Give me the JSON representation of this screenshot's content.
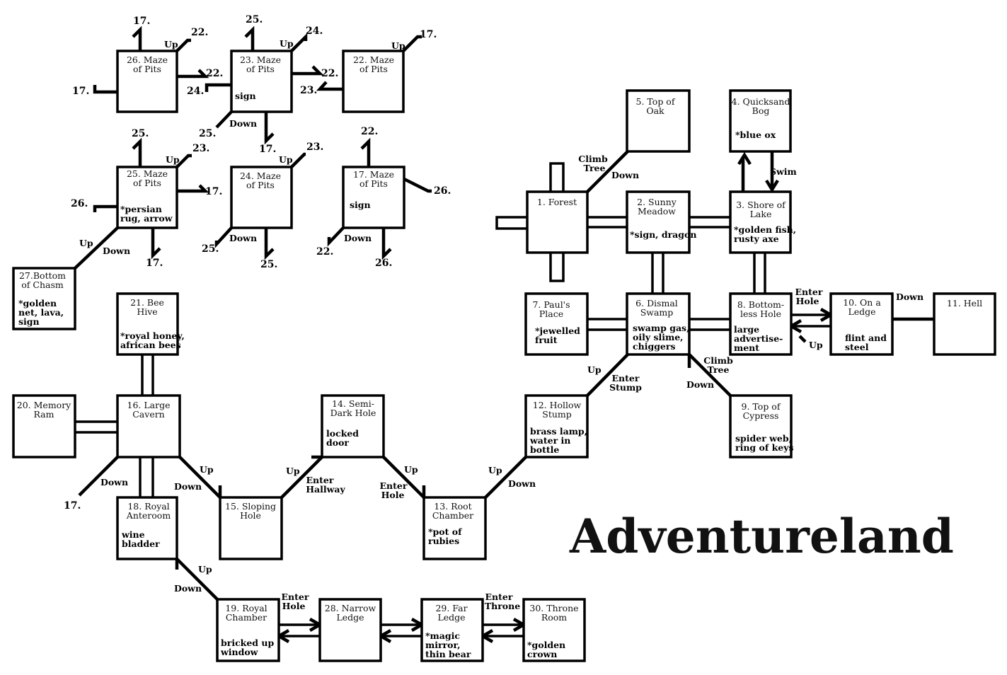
{
  "title": "Adventureland",
  "rooms": {
    "r1": {
      "title": [
        "1. Forest"
      ],
      "items": []
    },
    "r2": {
      "title": [
        "2. Sunny",
        "Meadow"
      ],
      "items": [
        "*sign, dragon"
      ]
    },
    "r3": {
      "title": [
        "3. Shore of",
        "Lake"
      ],
      "items": [
        "*golden fish,",
        "rusty axe"
      ]
    },
    "r4": {
      "title": [
        "4. Quicksand",
        "Bog"
      ],
      "items": [
        "*blue ox"
      ]
    },
    "r5": {
      "title": [
        "5. Top of",
        "Oak"
      ],
      "items": []
    },
    "r6": {
      "title": [
        "6. Dismal",
        "Swamp"
      ],
      "items": [
        "swamp gas,",
        "oily slime,",
        "chiggers"
      ]
    },
    "r7": {
      "title": [
        "7. Paul's",
        "Place"
      ],
      "items": [
        "*jewelled",
        "fruit"
      ]
    },
    "r8": {
      "title": [
        "8. Bottom-",
        "less Hole"
      ],
      "items": [
        "large",
        "advertise-",
        "ment"
      ]
    },
    "r9": {
      "title": [
        "9. Top of",
        "Cypress"
      ],
      "items": [
        "spider web,",
        "ring of keys"
      ]
    },
    "r10": {
      "title": [
        "10. On a",
        "Ledge"
      ],
      "items": [
        "flint and",
        "steel"
      ]
    },
    "r11": {
      "title": [
        "11. Hell"
      ],
      "items": []
    },
    "r12": {
      "title": [
        "12. Hollow",
        "Stump"
      ],
      "items": [
        "brass lamp,",
        "water in",
        "bottle"
      ]
    },
    "r13": {
      "title": [
        "13. Root",
        "Chamber"
      ],
      "items": [
        "*pot of",
        "rubies"
      ]
    },
    "r14": {
      "title": [
        "14. Semi-",
        "Dark Hole"
      ],
      "items": [
        "locked",
        "door"
      ]
    },
    "r15": {
      "title": [
        "15. Sloping",
        "Hole"
      ],
      "items": []
    },
    "r16": {
      "title": [
        "16. Large",
        "Cavern"
      ],
      "items": []
    },
    "r17": {
      "title": [
        "17. Maze",
        "of Pits"
      ],
      "items": [
        "sign"
      ]
    },
    "r18": {
      "title": [
        "18. Royal",
        "Anteroom"
      ],
      "items": [
        "wine",
        "bladder"
      ]
    },
    "r19": {
      "title": [
        "19. Royal",
        "Chamber"
      ],
      "items": [
        "bricked up",
        "window"
      ]
    },
    "r20": {
      "title": [
        "20. Memory",
        "Ram"
      ],
      "items": []
    },
    "r21": {
      "title": [
        "21. Bee",
        "Hive"
      ],
      "items": [
        "*royal honey,",
        "african bees"
      ]
    },
    "r22": {
      "title": [
        "22. Maze",
        "of Pits"
      ],
      "items": []
    },
    "r23": {
      "title": [
        "23. Maze",
        "of Pits"
      ],
      "items": [
        "sign"
      ]
    },
    "r24": {
      "title": [
        "24. Maze",
        "of Pits"
      ],
      "items": []
    },
    "r25": {
      "title": [
        "25. Maze",
        "of Pits"
      ],
      "items": [
        "*persian",
        "rug, arrow"
      ]
    },
    "r26": {
      "title": [
        "26. Maze",
        "of Pits"
      ],
      "items": []
    },
    "r27": {
      "title": [
        "27.Bottom",
        "of Chasm"
      ],
      "items": [
        "*golden",
        "net, lava,",
        "sign"
      ]
    },
    "r28": {
      "title": [
        "28. Narrow",
        "Ledge"
      ],
      "items": []
    },
    "r29": {
      "title": [
        "29. Far",
        "Ledge"
      ],
      "items": [
        "*magic",
        "mirror,",
        "thin bear"
      ]
    },
    "r30": {
      "title": [
        "30. Throne",
        "Room"
      ],
      "items": [
        "*golden",
        "crown"
      ]
    }
  },
  "labels": {
    "climb_tree_1": [
      "Climb",
      "Tree"
    ],
    "down_1": "Down",
    "swim": "Swim",
    "enter_hole_8": [
      "Enter",
      "Hole"
    ],
    "up_8": "Up",
    "down_10": "Down",
    "climb_tree_6": [
      "Climb",
      "Tree"
    ],
    "down_9": "Down",
    "up_12": "Up",
    "enter_stump": [
      "Enter",
      "Stump"
    ],
    "up_13": "Up",
    "down_13": "Down",
    "up_14": "Up",
    "enter_hole_14": [
      "Enter",
      "Hole"
    ],
    "up_15": "Up",
    "enter_hallway": [
      "Enter",
      "Hallway"
    ],
    "up_16": "Up",
    "down_16": "Down",
    "down_16b": "Down",
    "up_18": "Up",
    "down_18": "Down",
    "enter_hole_19": [
      "Enter",
      "Hole"
    ],
    "enter_throne": [
      "Enter",
      "Throne"
    ],
    "up_25": "Up",
    "down_25": "Down",
    "up_26": "Up",
    "up_23": "Up",
    "down_23": "Down",
    "up_22": "Up",
    "up_24": "Up",
    "down_24": "Down",
    "down_17": "Down"
  },
  "exits": {
    "e26a": "17.",
    "e26b": "22.",
    "e26c": "22.",
    "e26d": "17.",
    "e23a": "25.",
    "e23b": "24.",
    "e23c": "22.",
    "e23d": "24.",
    "e23e": "25.",
    "e23f": "17.",
    "e22a": "17.",
    "e22b": "23.",
    "e25a": "25.",
    "e25b": "23.",
    "e25c": "17.",
    "e25d": "26.",
    "e25e": "17.",
    "e24a": "23.",
    "e24b": "25.",
    "e24c": "25.",
    "e17a": "22.",
    "e17b": "26.",
    "e17c": "22.",
    "e17d": "26.",
    "e16": "17."
  }
}
